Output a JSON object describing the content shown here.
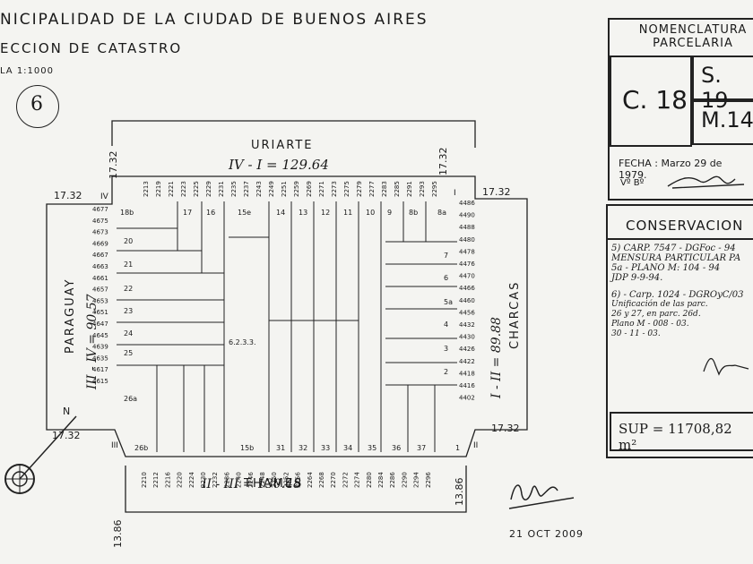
{
  "header": {
    "line1": "NICIPALIDAD DE LA CIUDAD DE BUENOS AIRES",
    "line2": "ECCION DE CATASTRO",
    "scale": "LA 1:1000"
  },
  "sheet_number": "6",
  "streets": {
    "top": "URIARTE",
    "bottom": "THAMES",
    "left": "PARAGUAY",
    "right": "CHARCAS"
  },
  "measurements": {
    "top": "IV - I = 129.64",
    "bottom": "II - III = 130.48",
    "left": "III - IV = 90.57",
    "right": "I - II = 89.88",
    "ochava": "17.32",
    "corner_width": "13.86",
    "center_lot": "6.2.3.3.",
    "north_label": "N"
  },
  "corner_labels": {
    "i": "I",
    "ii": "II",
    "iii": "III",
    "iv": "IV"
  },
  "top_numbers": [
    "2213",
    "2219",
    "2221",
    "2223",
    "2225",
    "2229",
    "2231",
    "2235",
    "2237",
    "2243",
    "2249",
    "2251",
    "2259",
    "2269",
    "2271",
    "2273",
    "2275",
    "2279",
    "2277",
    "2283",
    "2285",
    "2291",
    "2293",
    "2295"
  ],
  "bottom_numbers": [
    "2210",
    "2212",
    "2216",
    "2220",
    "2224",
    "2230",
    "2232",
    "2236",
    "2240",
    "2246",
    "2248",
    "2250",
    "2252",
    "2256",
    "2264",
    "2268",
    "2270",
    "2272",
    "2274",
    "2280",
    "2284",
    "2286",
    "2290",
    "2294",
    "2296"
  ],
  "left_numbers": [
    "4677",
    "4675",
    "4673",
    "4669",
    "4667",
    "4663",
    "4661",
    "4657",
    "4653",
    "4651",
    "4647",
    "4645",
    "4639",
    "4635",
    "4617",
    "4615"
  ],
  "right_numbers": [
    "4486",
    "4490",
    "4488",
    "4480",
    "4478",
    "4476",
    "4470",
    "4466",
    "4460",
    "4456",
    "4432",
    "4430",
    "4426",
    "4422",
    "4418",
    "4416",
    "4402"
  ],
  "lots_top": [
    "18b",
    "17",
    "16",
    "15e",
    "14",
    "13",
    "12",
    "11",
    "10",
    "9",
    "8b",
    "8a"
  ],
  "lots_left": [
    "20",
    "21",
    "22",
    "23",
    "24",
    "25",
    "26a"
  ],
  "lots_bottom": [
    "26b",
    "15b",
    "31",
    "32",
    "33",
    "34",
    "35",
    "36",
    "37",
    "1"
  ],
  "lots_right": [
    "7",
    "6",
    "5a",
    "4",
    "3",
    "2"
  ],
  "nomenclatura": {
    "title_l1": "NOMENCLATURA",
    "title_l2": "PARCELARIA",
    "circunscripcion": "C. 18",
    "seccion": "S. 19",
    "manzana": "M.14",
    "fecha_label": "FECHA : Marzo 29 de 1979.",
    "vb_label": "Vº Bº"
  },
  "conservacion": {
    "title": "CONSERVACION",
    "entries": [
      "5) CARP. 7547 - DGFoc - 94",
      "MENSURA PARTICULAR PA",
      "5a - PLANO M: 104 - 94",
      "JDP 9-9-94.",
      "6) - Carp. 1024 - DGROyC/03",
      "Unificación de las parc.",
      "26 y 27, en parc. 26d.",
      "Plano M - 008 - 03.",
      "30 - 11 - 03."
    ],
    "superficie": "SUP = 11708,82 m²"
  },
  "date_stamp": "21 OCT 2009"
}
